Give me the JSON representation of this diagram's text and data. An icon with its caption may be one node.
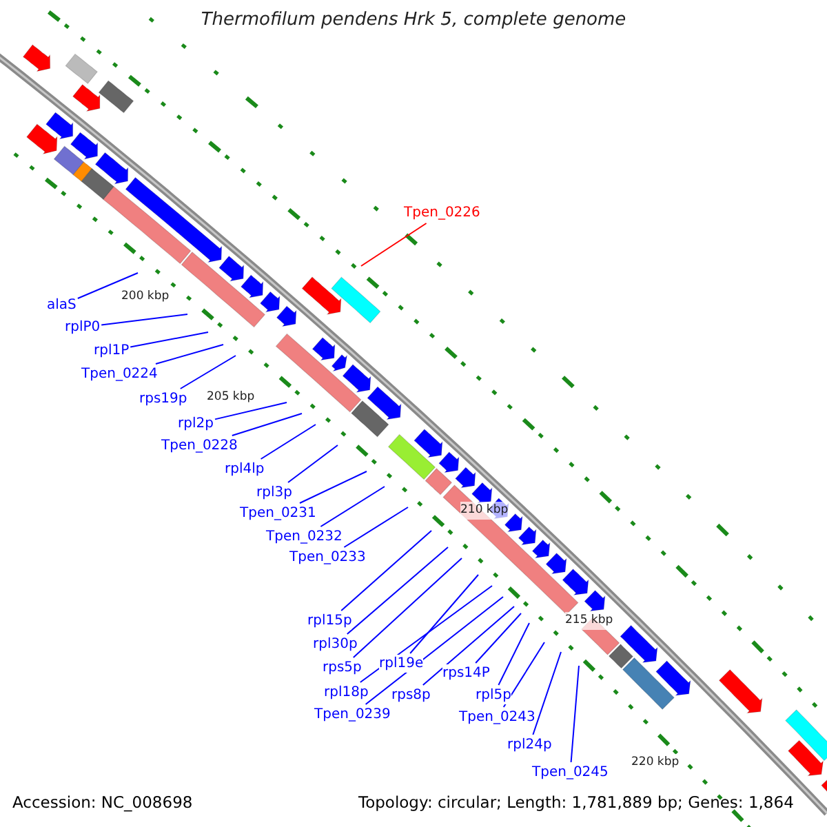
{
  "diagram": {
    "title": "Thermofilum pendens Hrk 5, complete genome",
    "nodes": [
      {
        "text": [
          "Tpen_0226"
        ]
      },
      {
        "text": [
          "alaS"
        ]
      },
      {
        "text": [
          "rplP0"
        ]
      },
      {
        "text": [
          "rpl1P"
        ]
      },
      {
        "text": [
          "Tpen_0224"
        ]
      },
      {
        "text": [
          "rps19p"
        ]
      },
      {
        "text": [
          "rpl2p"
        ]
      },
      {
        "text": [
          "Tpen_0228"
        ]
      },
      {
        "text": [
          "rpl4lp"
        ]
      },
      {
        "text": [
          "rpl3p"
        ]
      },
      {
        "text": [
          "Tpen_0231"
        ]
      },
      {
        "text": [
          "Tpen_0232"
        ]
      },
      {
        "text": [
          "Tpen_0233"
        ]
      },
      {
        "text": [
          "rpl15p"
        ]
      },
      {
        "text": [
          "rpl30p"
        ]
      },
      {
        "text": [
          "rps5p"
        ]
      },
      {
        "text": [
          "rpl19e"
        ]
      },
      {
        "text": [
          "rpl18p"
        ]
      },
      {
        "text": [
          "rps8p"
        ]
      },
      {
        "text": [
          "Tpen_0239"
        ]
      },
      {
        "text": [
          "rps14P"
        ]
      },
      {
        "text": [
          "rpl5p"
        ]
      },
      {
        "text": [
          "Tpen_0243"
        ]
      },
      {
        "text": [
          "rpl24p"
        ]
      },
      {
        "text": [
          "Tpen_0245"
        ]
      }
    ],
    "edges": [
      {
        "from": 0,
        "to": null,
        "arrow": "none",
        "color": "#ff0000"
      },
      {
        "from": 1,
        "to": null,
        "arrow": "none"
      },
      {
        "from": 2,
        "to": null,
        "arrow": "none"
      },
      {
        "from": 3,
        "to": null,
        "arrow": "none"
      },
      {
        "from": 4,
        "to": null,
        "arrow": "none"
      },
      {
        "from": 5,
        "to": null,
        "arrow": "none"
      },
      {
        "from": 6,
        "to": null,
        "arrow": "none"
      },
      {
        "from": 7,
        "to": null,
        "arrow": "none"
      },
      {
        "from": 8,
        "to": null,
        "arrow": "none"
      },
      {
        "from": 9,
        "to": null,
        "arrow": "none"
      },
      {
        "from": 10,
        "to": null,
        "arrow": "none"
      },
      {
        "from": 11,
        "to": null,
        "arrow": "none"
      },
      {
        "from": 12,
        "to": null,
        "arrow": "none"
      },
      {
        "from": 13,
        "to": null,
        "arrow": "none"
      },
      {
        "from": 14,
        "to": null,
        "arrow": "none"
      },
      {
        "from": 15,
        "to": null,
        "arrow": "none"
      },
      {
        "from": 16,
        "to": null,
        "arrow": "none"
      },
      {
        "from": 17,
        "to": null,
        "arrow": "none"
      },
      {
        "from": 18,
        "to": null,
        "arrow": "none"
      },
      {
        "from": 19,
        "to": null,
        "arrow": "none"
      },
      {
        "from": 20,
        "to": null,
        "arrow": "none"
      },
      {
        "from": 21,
        "to": null,
        "arrow": "none"
      },
      {
        "from": 22,
        "to": null,
        "arrow": "none"
      },
      {
        "from": 23,
        "to": null,
        "arrow": "none"
      },
      {
        "from": 24,
        "to": null,
        "arrow": "none"
      }
    ],
    "labels": [
      "200 kbp",
      "205 kbp",
      "210 kbp",
      "215 kbp",
      "220 kbp",
      "Accession: NC_008698",
      "Topology: circular; Length: 1,781,889 bp; Genes: 1,864"
    ]
  }
}
